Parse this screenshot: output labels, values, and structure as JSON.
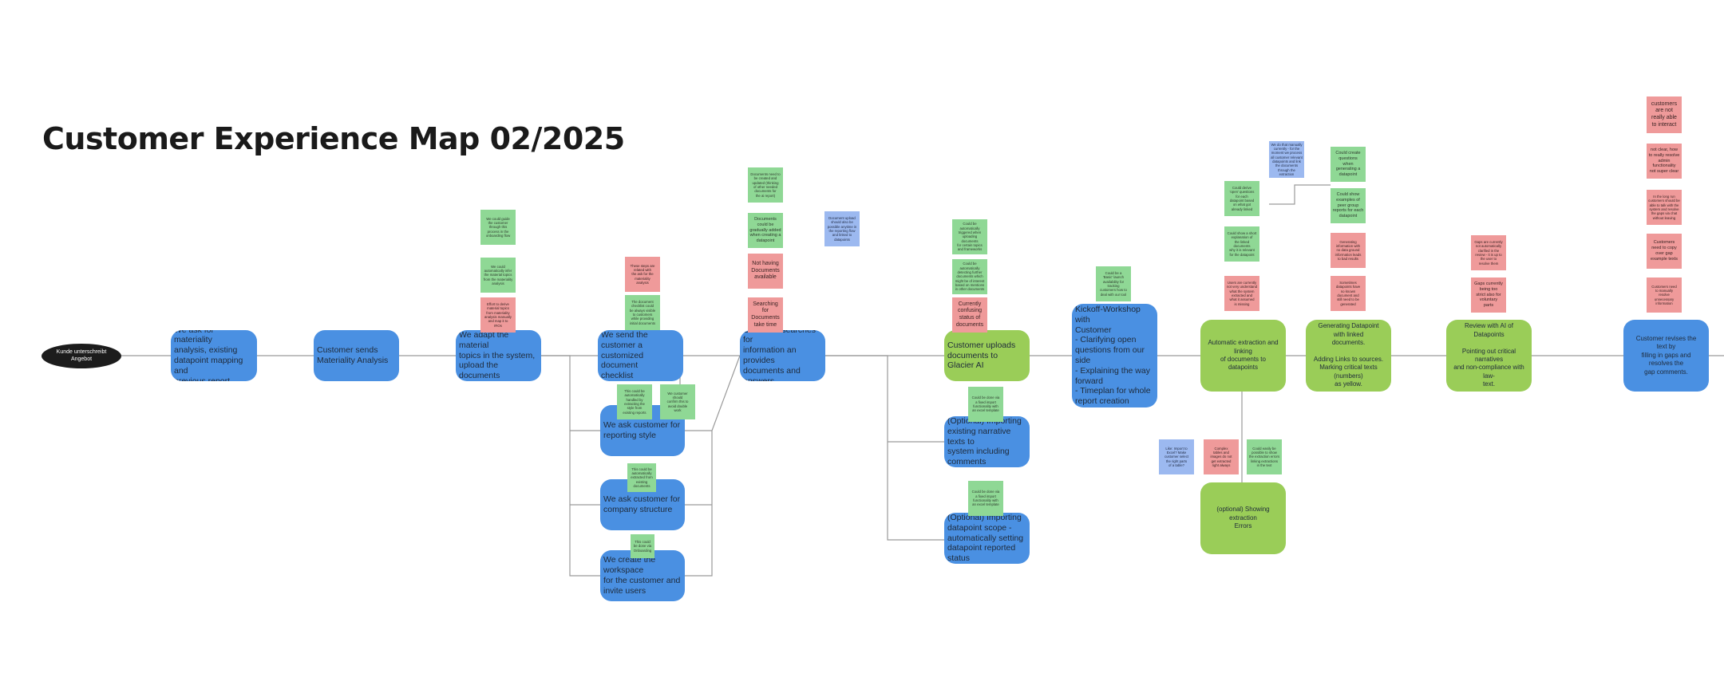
{
  "title": "Customer Experience Map 02/2025",
  "start": "Kunde unterschreibt\nAngebot",
  "steps": {
    "s1": "We ask for materiality\nanalysis, existing\ndatapoint mapping and\nprevious report",
    "s2": "Customer sends\nMateriality Analysis",
    "s3": "We adapt the material\ntopics in the system,\nupload the documents",
    "s4": "We send the customer a\ncustomized document\nchecklist",
    "s4a": "We ask customer for\nreporting style",
    "s4b": "We ask customer for\ncompany structure",
    "s4c": "We create the workspace\nfor the customer and\ninvite users",
    "s5": "Customer searches for\ninformation an provides\ndocuments and answers",
    "s6": "Customer uploads\ndocuments to Glacier AI",
    "s6a": "(Optional) Importing\nexisting narrative texts to\nsystem including\ncomments",
    "s6b": "(Optional) Importing\ndatapoint scope -\nautomatically setting\ndatapoint reported\nstatus",
    "s7": "Kickoff-Workshop with\nCustomer\n- Clarifying open\nquestions from our side\n- Explaining the way\nforward\n- Timeplan for whole\nreport creation",
    "s8": "Automatic extraction and linking\nof documents to datapoints",
    "s8a": "(optional) Showing extraction\nErrors",
    "s9": "Generating Datapoint with linked\ndocuments.\n\nAdding Links to sources.\nMarking critical texts (numbers)\nas yellow.",
    "s10": "Review with AI of Datapoints\n\nPointing out critical narratives\nand non-compliance with law-\ntext.",
    "s11": "Customer revises the text by\nfilling in gaps and resolves the\ngap comments."
  },
  "notes": {
    "n3a": "We could guide\nthe customer\nthrough this\nprocess in the\nonboarding flow",
    "n3b": "We could\nautomatically infer\nthe material topics\nfrom the materiality\nanalysis",
    "n3c": "Effort to derive\nmaterial topics\nfrom materiality\nanalysis manually\nand map it to\nIROs",
    "n4a": "These steps are\nrelated with\nthe ask for the\nmateriality\nanalysis",
    "n4b": "The document\nchecklist could\nbe always visible\nto customers\nwhile providing\ninitial documents",
    "n4c": "This could be\nautomatically\nhandled by\nextracting the\nstyle from\nexisting reports",
    "n4d": "We customer\nshould\nconfirm this to\navoid double\nwork",
    "n4e": "This could be\nautomatically\nextracted from\nexisting documents",
    "n4f": "This could\nbe done via\nOnboarding",
    "n5a": "Documents need to\nbe created and\nupdated (thinking\nof other needed\ndocuments for\nthe ai report)",
    "n5b": "Documents\ncould be\ngradually added\nwhen creating a\ndatapoint",
    "n5c": "Document upload\nshould also be\npossible anytime in\nthe reporting flow\nand linked to\ndatapoints",
    "n5d": "Not having\nDocuments\navailable",
    "n5e": "Searching\nfor\nDocuments\ntake time",
    "n6a": "Could be automatically\ntriggered when\nuploading documents\nfor certain topics\nand frameworks",
    "n6b": "Could be\nautomatically\ndetecting further\ndocuments which\nmight be of interest\nbased on mentions\nin other documents",
    "n6c": "Currently\nconfusing\nstatus of\ndocuments",
    "n6d": "Could be done via\na fixed import\nfunctionality with\nan excel template",
    "n6e": "Could be done via\na fixed import\nfunctionality with\nan excel template",
    "n7a": "Could be a\n'Basic' launch\navailability for\ntracking\ncustomers how to\ndeal with our tool",
    "n8a": "We do that manually\ncurrently - for the\nmoment we process\nall customer relevant\ndatapoints and link\nthe documents\nthrough the\nextraction",
    "n8b": "Could derive\n'open' questions\nfor each\ndatapoint based\non what got\nalready linked",
    "n8c": "Could show a short\nexplanation of\nthe linked documents\nwhy it is relevant\nfor the datapoint",
    "n8d": "Users are currently\nnot very understand\nwhat the system\nextracted and\nwhat it assumed\nis missing",
    "n8e": "Like: Import to\nExcel? Make\ncustomer select\nthe right parts\nof a table?",
    "n8f": "Complex\ntables and\nimages do not\nget extracted\nright always",
    "n8g": "Could easily be\npossible to show\nthe extraction errors\nlinking extractions\nin the text",
    "n9a": "Could create\nquestions\nwhen\ngenerating a\ndatapoint",
    "n9b": "Could show\nexamples of\npeer group\nreports for each\ndatapoint",
    "n9c": "Generating\ninformation with\nno data ground\ninformation leads\nto bad results",
    "n9d": "Sometimes\ndatapoints have\nno known\ndocument and\nstill need to be\ngenerated",
    "n10a": "Gaps are currently\nnot automatically\nclarified in the\nreview - it is up to\nthe user to\nresolve them",
    "n10b": "Gaps currently\nbeing too\nstrict also for\nvoluntary\nparts",
    "n11a": "customers\nare not\nreally able\nto interact",
    "n11b": "not clear, how\nto really resolve\nadmin\nfunctionality\nnot super clear",
    "n11c": "In the long run\ncustomers should be\nable to talk with the\nsystem and resolve\nthe gaps via chat\nwithout leaving",
    "n11d": "Customers\nneed to copy\nover gap\nexample texts",
    "n11e": "Customers need\nto manually\nresolve\nunnecessary\ninformation"
  },
  "colors": {
    "process": "#4a90e2",
    "automation": "#9acd58",
    "idea": "#8fd895",
    "pain": "#ef9a9a",
    "info": "#9cb9f0",
    "start": "#1c1c1c",
    "line": "#9a9a9a"
  }
}
